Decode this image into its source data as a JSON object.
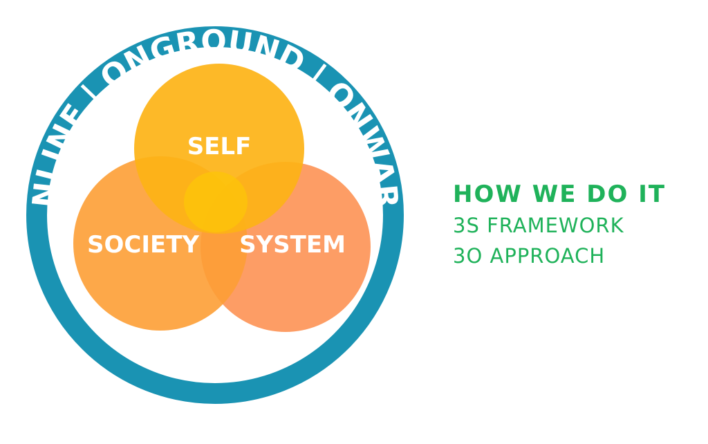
{
  "ring": {
    "text": "ONLINE | ONGROUND | ONWARD",
    "color": "#1a93b3"
  },
  "circles": [
    {
      "key": "self",
      "label": "SELF",
      "color": "#fdb316"
    },
    {
      "key": "society",
      "label": "SOCIETY",
      "color": "#fd9f35"
    },
    {
      "key": "system",
      "label": "SYSTEM",
      "color": "#fd8c4a"
    }
  ],
  "overlap_color": "#fdc30a",
  "side": {
    "title": "HOW WE DO IT",
    "line1": "3S FRAMEWORK",
    "line2": "3O APPROACH",
    "color": "#1fb25a"
  }
}
